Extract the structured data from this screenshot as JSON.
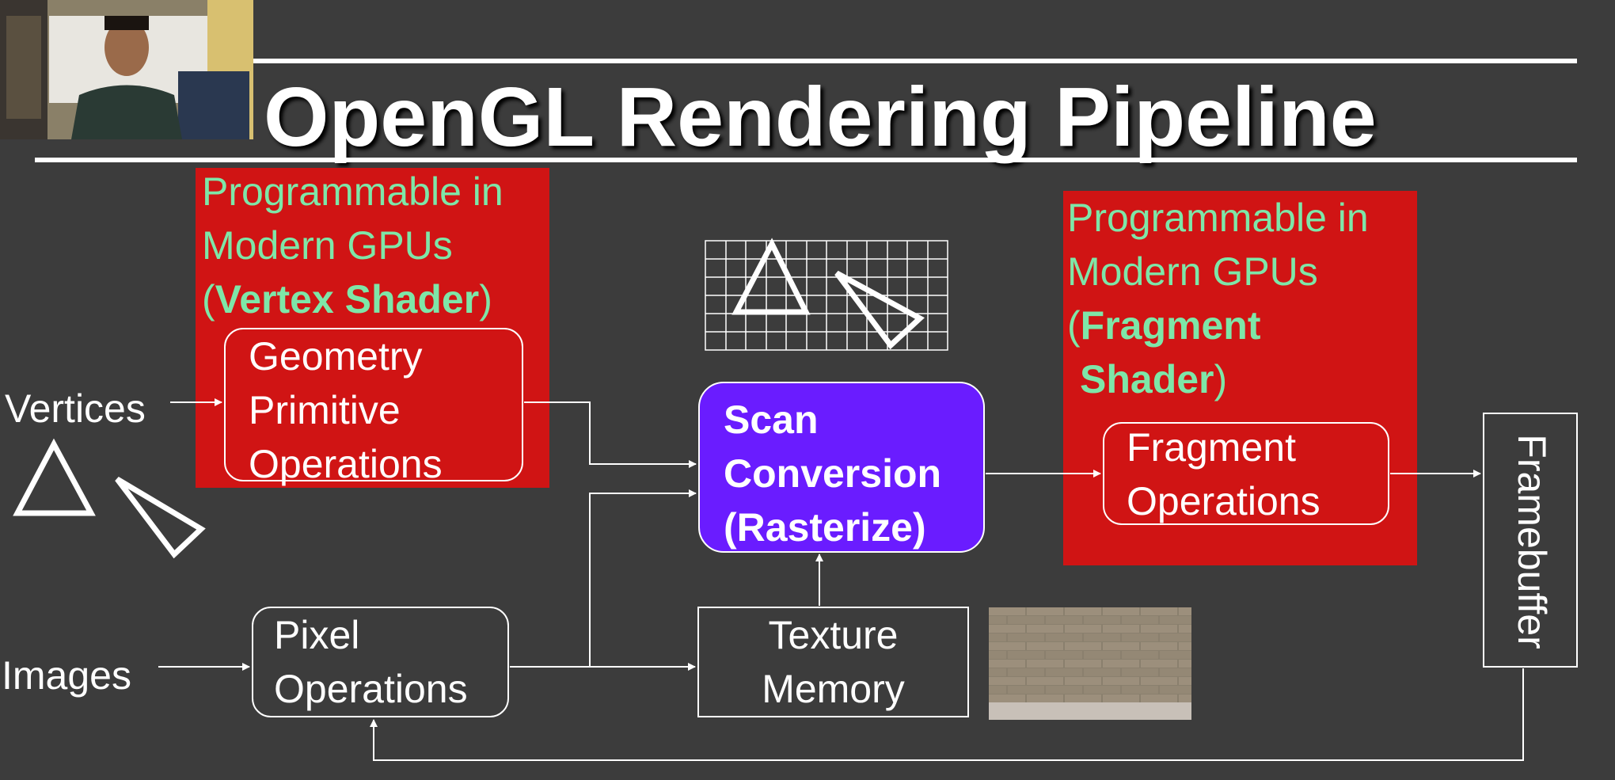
{
  "title": "OpenGL Rendering Pipeline",
  "vertex_group": {
    "line1": "Programmable in",
    "line2": "Modern GPUs",
    "paren_open": "(",
    "shader_name": "Vertex Shader",
    "paren_close": ")"
  },
  "fragment_group": {
    "line1": "Programmable in",
    "line2": "Modern GPUs",
    "paren_open": "(",
    "shader_name_1": "Fragment",
    "shader_name_2": "Shader",
    "paren_close": ")"
  },
  "nodes": {
    "geometry": [
      "Geometry",
      "Primitive",
      "Operations"
    ],
    "scan": [
      "Scan",
      "Conversion",
      "(Rasterize)"
    ],
    "fragment": [
      "Fragment",
      "Operations"
    ],
    "framebuffer": "Framebuffer",
    "pixel": [
      "Pixel",
      "Operations"
    ],
    "texture": [
      "Texture",
      "Memory"
    ]
  },
  "inputs": {
    "vertices": "Vertices",
    "images": "Images"
  },
  "colors": {
    "background": "#3c3c3c",
    "programmable_box": "#d01414",
    "programmable_text": "#7ee6a8",
    "scan_box": "#6a1cff"
  }
}
